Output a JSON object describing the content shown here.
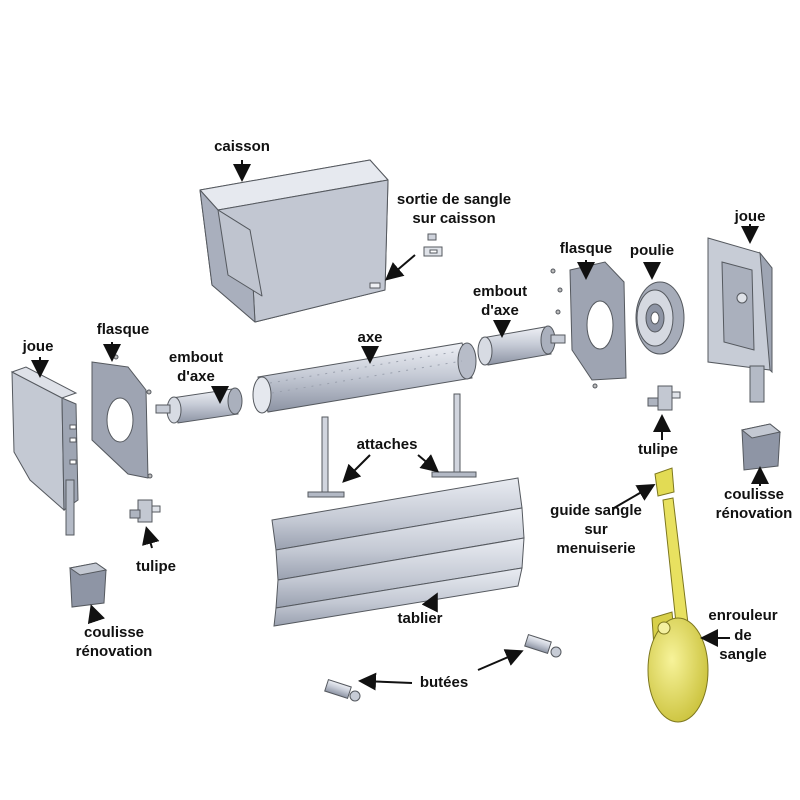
{
  "labels": {
    "caisson": "caisson",
    "sortie_line1": "sortie de sangle",
    "sortie_line2": "sur caisson",
    "flasque_right": "flasque",
    "poulie": "poulie",
    "joue_right": "joue",
    "embout_right_line1": "embout",
    "embout_right_line2": "d'axe",
    "axe": "axe",
    "joue_left": "joue",
    "flasque_left": "flasque",
    "embout_left_line1": "embout",
    "embout_left_line2": "d'axe",
    "attaches": "attaches",
    "tulipe_right": "tulipe",
    "coulisse_right_line1": "coulisse",
    "coulisse_right_line2": "rénovation",
    "guide_line1": "guide sangle",
    "guide_line2": "sur",
    "guide_line3": "menuiserie",
    "tulipe_left": "tulipe",
    "tablier": "tablier",
    "enrouleur_line1": "enrouleur",
    "enrouleur_line2": "de",
    "enrouleur_line3": "sangle",
    "coulisse_left_line1": "coulisse",
    "coulisse_left_line2": "rénovation",
    "butees": "butées"
  },
  "colors": {
    "metal_light": "#d9dde6",
    "metal_mid": "#b9bfcc",
    "metal_dark": "#8e95a5",
    "outline": "#55595f",
    "yellow_light": "#f3ee7a",
    "yellow_dark": "#c9c13a",
    "arrow": "#111111"
  }
}
